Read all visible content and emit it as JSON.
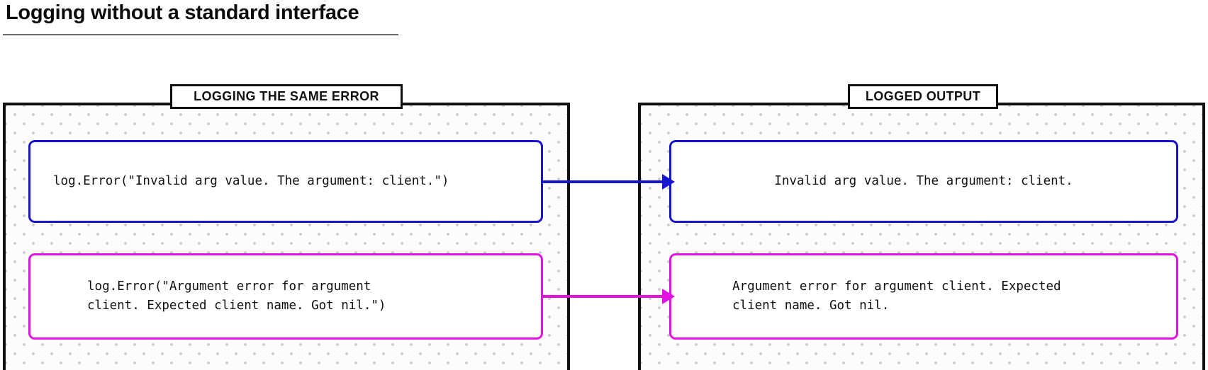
{
  "title": "Logging without a standard interface",
  "panels": {
    "left": {
      "header": "LOGGING THE SAME ERROR",
      "items": [
        {
          "id": "code-blue",
          "color": "#1515cf",
          "text": "log.Error(\"Invalid arg value. The argument: client.\")"
        },
        {
          "id": "code-magenta",
          "color": "#e312e3",
          "text": "log.Error(\"Argument error for argument\nclient. Expected client name. Got nil.\")"
        }
      ]
    },
    "right": {
      "header": "LOGGED OUTPUT",
      "items": [
        {
          "id": "out-blue",
          "color": "#1515cf",
          "text": "Invalid arg value. The argument: client."
        },
        {
          "id": "out-magenta",
          "color": "#e312e3",
          "text": "Argument error for argument client. Expected\nclient name. Got nil."
        }
      ]
    }
  },
  "arrows": [
    {
      "id": "arrow-1",
      "color": "#1515cf",
      "from": "code-blue",
      "to": "out-blue"
    },
    {
      "id": "arrow-2",
      "color": "#e312e3",
      "from": "code-magenta",
      "to": "out-magenta"
    }
  ],
  "colors": {
    "blue": "#1515cf",
    "magenta": "#e312e3",
    "border": "#111111",
    "dot_pattern": "#cfcfcf",
    "rule": "#6b6b6b"
  }
}
